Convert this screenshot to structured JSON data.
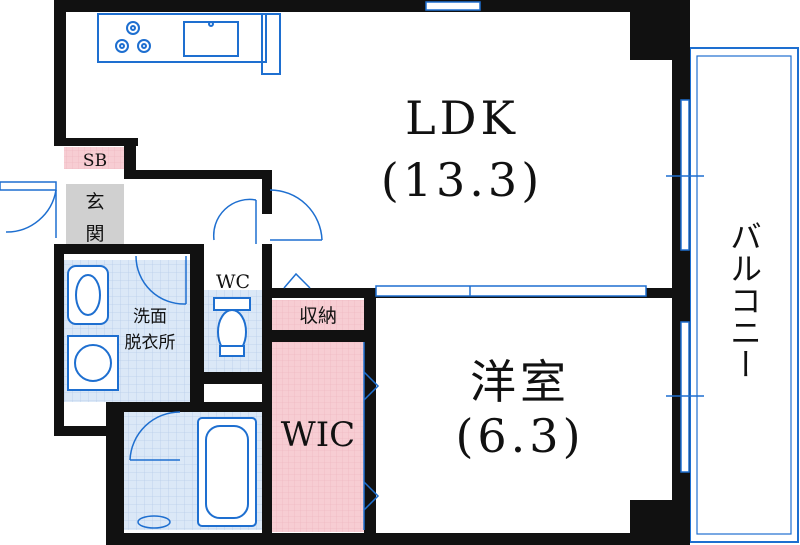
{
  "rooms": {
    "ldk": {
      "name": "LDK",
      "size": "(13.3)"
    },
    "bedroom": {
      "name": "洋室",
      "size": "(6.3)"
    },
    "wic": {
      "name": "WIC"
    },
    "storage": {
      "name": "収納"
    },
    "wc": {
      "name": "WC"
    },
    "washroom": {
      "line1": "洗面",
      "line2": "脱衣所"
    },
    "entrance": {
      "line1": "玄",
      "line2": "関"
    },
    "shoebox": {
      "name": "SB"
    },
    "balcony": {
      "name": "バルコニー"
    }
  },
  "colors": {
    "wall": "#111111",
    "fixture": "#1e6fd0",
    "tile": "#dbe8f7",
    "pink": "#f5c6cc",
    "gray": "#d0d0d0"
  }
}
